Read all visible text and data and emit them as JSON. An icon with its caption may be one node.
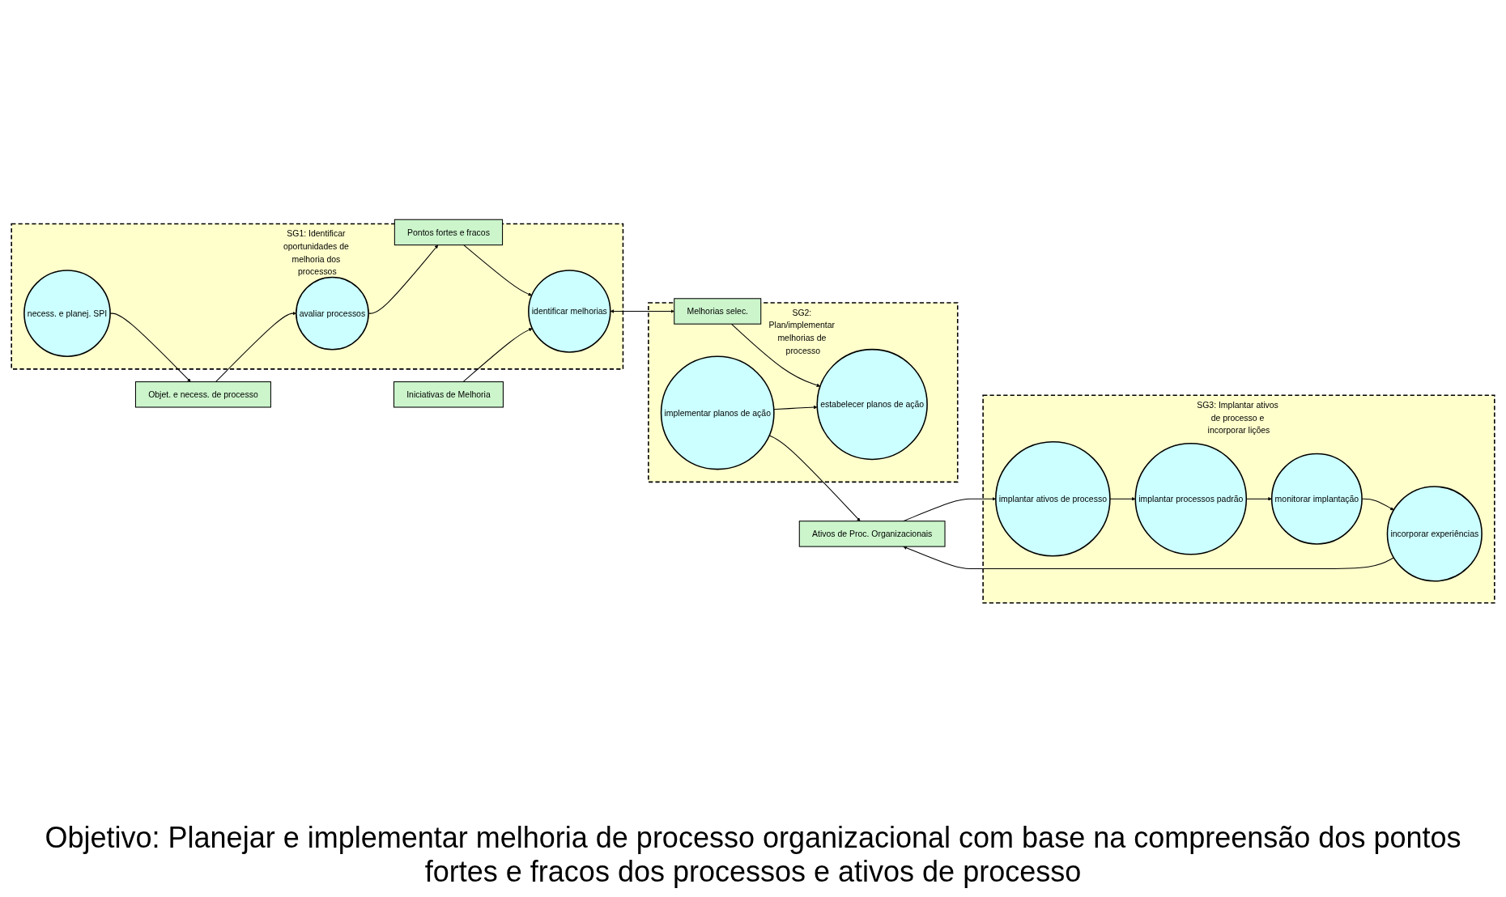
{
  "diagram": {
    "caption": "Objetivo: Planejar e implementar melhoria de processo organizacional com base na compreensão dos pontos fortes e fracos dos processos e ativos de processo",
    "nodes": [
      {
        "text": [
          "Objet. e necess. de processo"
        ]
      },
      {
        "text": [
          "Pontos fortes e fracos"
        ]
      },
      {
        "text": [
          "Iniciativas de Melhoria"
        ]
      },
      {
        "text": [
          "Melhorias selec."
        ]
      },
      {
        "text": [
          "SG1: Identificar oportunidades de melhoria dos processos"
        ]
      },
      {
        "text": [
          "necess. e planej. SPI"
        ],
        "in": 4
      },
      {
        "text": [
          "avaliar processos"
        ],
        "in": 4
      },
      {
        "text": [
          "identificar melhorias"
        ],
        "in": 4
      },
      {
        "text": [
          "SG2: Plan/implementar melhorias de processo"
        ]
      },
      {
        "text": [
          "estabelecer planos de ação"
        ],
        "in": 8
      },
      {
        "text": [
          "implementar planos de ação"
        ],
        "in": 8
      },
      {
        "text": [
          "Ativos de Proc. Organizacionais"
        ]
      },
      {
        "text": [
          "SG3: Implantar ativos de processo e incorporar lições"
        ]
      },
      {
        "text": [
          "incorporar experiências"
        ],
        "in": 12
      },
      {
        "text": [
          "monitorar implantação"
        ],
        "in": 12
      },
      {
        "text": [
          "implantar processos padrão"
        ],
        "in": 12
      },
      {
        "text": [
          "implantar ativos de processo"
        ],
        "in": 12
      }
    ],
    "edges": [
      {
        "from": 5,
        "to": 0,
        "arrow": "to"
      },
      {
        "from": 0,
        "to": 6,
        "arrow": "to"
      },
      {
        "from": 6,
        "to": 1,
        "arrow": "to"
      },
      {
        "from": 1,
        "to": 7,
        "arrow": "to"
      },
      {
        "from": 2,
        "to": 7,
        "arrow": "to"
      },
      {
        "from": 7,
        "to": 3,
        "arrow": "both"
      },
      {
        "from": 3,
        "to": 9,
        "arrow": "to"
      },
      {
        "from": 10,
        "to": 9,
        "arrow": "to"
      },
      {
        "from": 10,
        "to": 11,
        "arrow": "to"
      },
      {
        "from": 11,
        "to": 16,
        "arrow": "to"
      },
      {
        "from": 16,
        "to": 15,
        "arrow": "to"
      },
      {
        "from": 15,
        "to": 14,
        "arrow": "to"
      },
      {
        "from": 14,
        "to": 13,
        "arrow": "to"
      },
      {
        "from": 13,
        "to": 11,
        "arrow": "to"
      }
    ]
  }
}
